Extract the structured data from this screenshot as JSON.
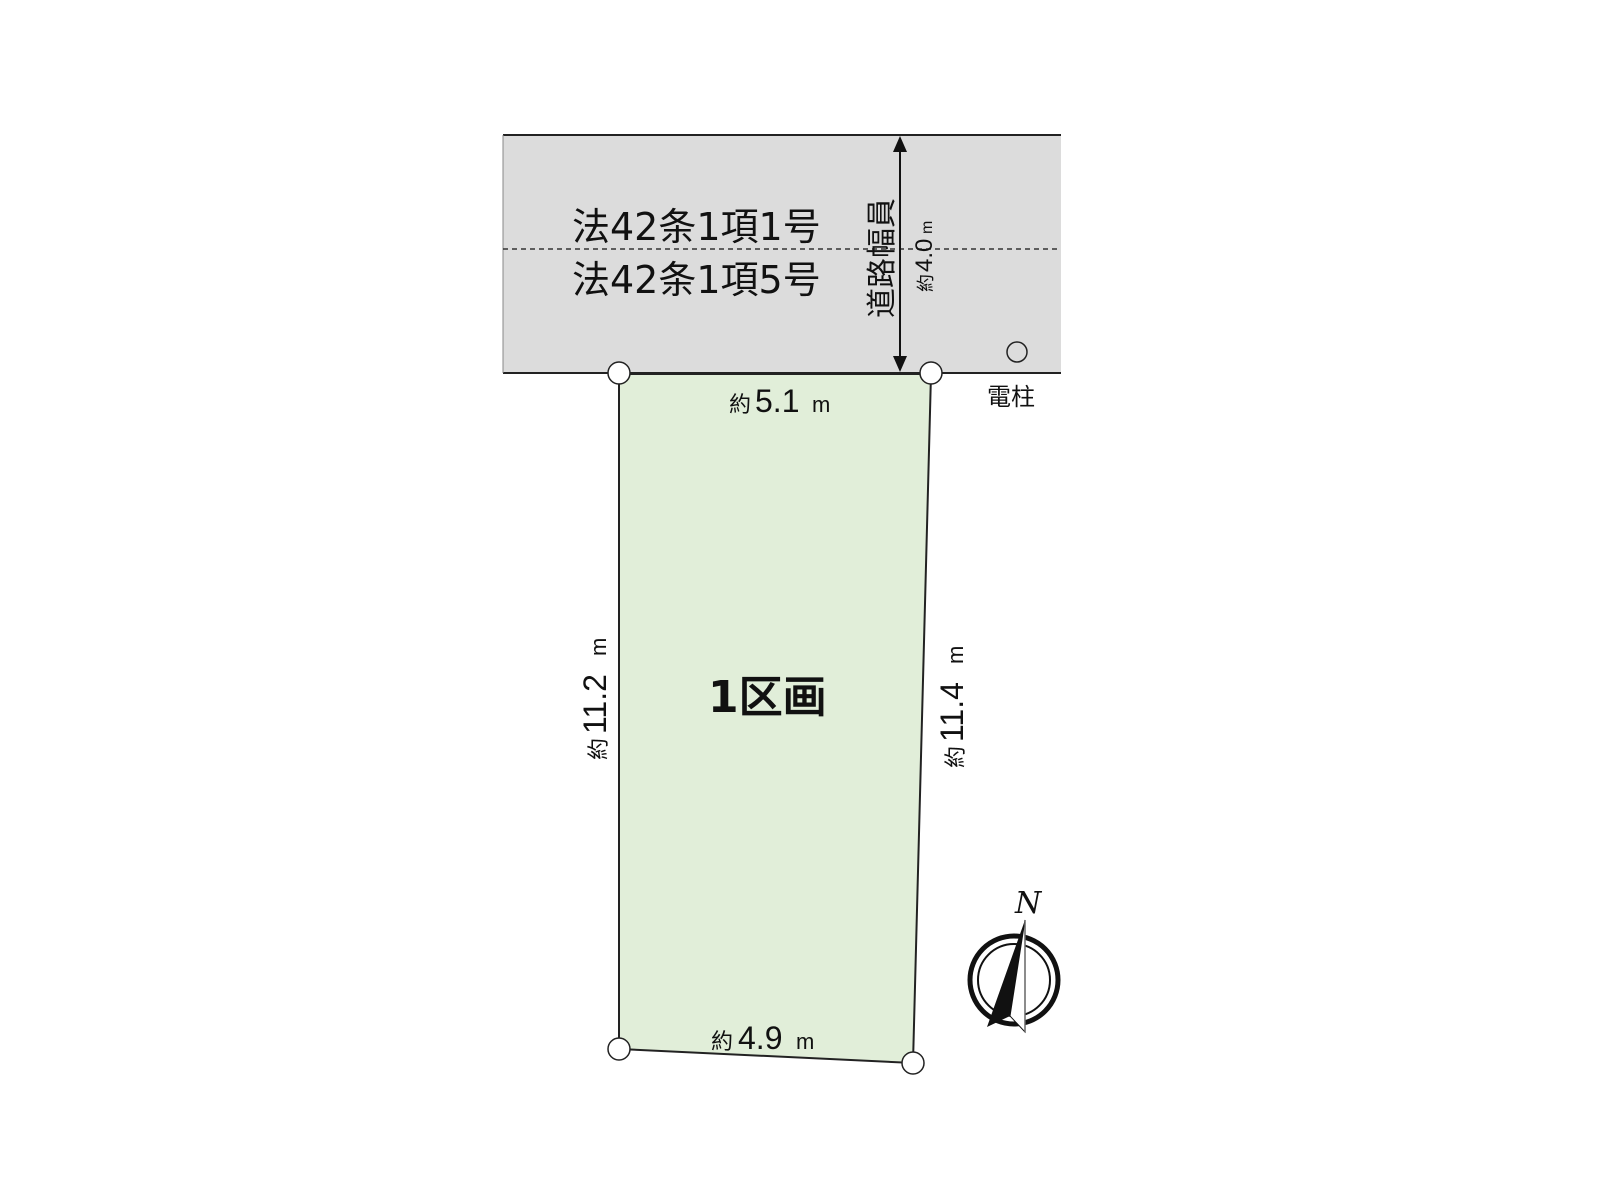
{
  "road": {
    "classification_1": "法42条1項1号",
    "classification_2": "法42条1項5号",
    "width_title": "道路幅員",
    "width_prefix": "約",
    "width_value": "4.0",
    "width_unit": "m",
    "fill_color": "#dcdcdc"
  },
  "lot": {
    "label": "1区画",
    "fill_color": "#e1eed9",
    "border_color": "#222222",
    "sides": {
      "north": {
        "prefix": "約",
        "value": "5.1",
        "unit": "m"
      },
      "south": {
        "prefix": "約",
        "value": "4.9",
        "unit": "m"
      },
      "west": {
        "prefix": "約",
        "value": "11.2",
        "unit": "m"
      },
      "east": {
        "prefix": "約",
        "value": "11.4",
        "unit": "m"
      }
    }
  },
  "utility_pole": {
    "label": "電柱",
    "icon": "circle-outline"
  },
  "compass": {
    "label": "N",
    "icon": "north-arrow-compass"
  }
}
